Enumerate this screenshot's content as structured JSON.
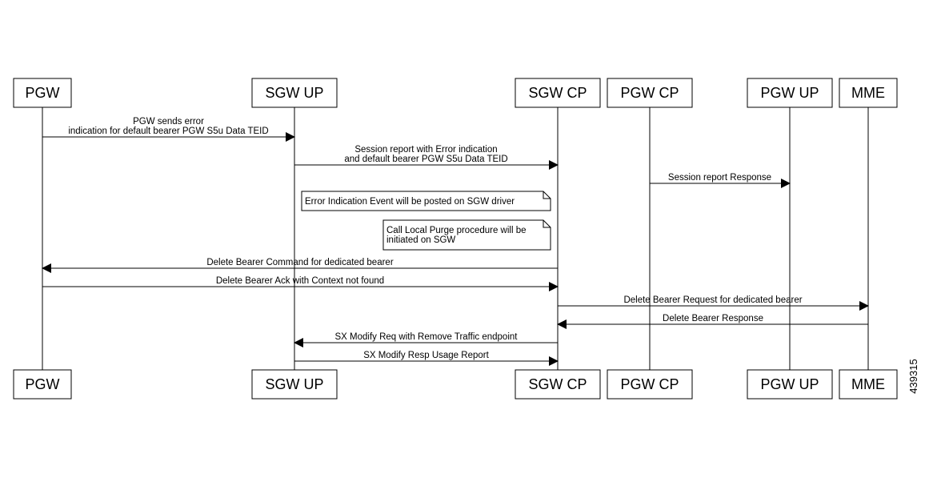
{
  "participants": [
    {
      "id": "pgw",
      "label": "PGW"
    },
    {
      "id": "sgw_up",
      "label": "SGW UP"
    },
    {
      "id": "sgw_cp",
      "label": "SGW CP"
    },
    {
      "id": "pgw_cp",
      "label": "PGW CP"
    },
    {
      "id": "pgw_up",
      "label": "PGW UP"
    },
    {
      "id": "mme",
      "label": "MME"
    }
  ],
  "messages": [
    {
      "from": "pgw",
      "to": "sgw_up",
      "lines": [
        "PGW sends error",
        "indication for default bearer PGW S5u Data TEID"
      ]
    },
    {
      "from": "sgw_up",
      "to": "sgw_cp",
      "lines": [
        "Session report with Error indication",
        "and default bearer PGW S5u Data TEID"
      ]
    },
    {
      "from": "pgw_cp",
      "to": "pgw_up",
      "lines": [
        "Session report Response"
      ]
    },
    {
      "from": "sgw_cp",
      "to": "pgw",
      "lines": [
        "Delete Bearer Command for dedicated bearer"
      ]
    },
    {
      "from": "pgw",
      "to": "sgw_cp",
      "lines": [
        "Delete Bearer Ack with Context not found"
      ]
    },
    {
      "from": "sgw_cp",
      "to": "mme",
      "lines": [
        "Delete Bearer Request for dedicated bearer"
      ]
    },
    {
      "from": "mme",
      "to": "sgw_cp",
      "lines": [
        "Delete Bearer Response"
      ]
    },
    {
      "from": "sgw_cp",
      "to": "sgw_up",
      "lines": [
        "SX Modify Req with Remove Traffic endpoint"
      ]
    },
    {
      "from": "sgw_up",
      "to": "sgw_cp",
      "lines": [
        "SX Modify Resp Usage Report"
      ]
    }
  ],
  "notes": [
    {
      "lines": [
        "Error Indication Event will be posted on SGW driver"
      ]
    },
    {
      "lines": [
        "Call Local Purge procedure will be",
        "initiated on SGW"
      ]
    }
  ],
  "figure_id": "439315"
}
